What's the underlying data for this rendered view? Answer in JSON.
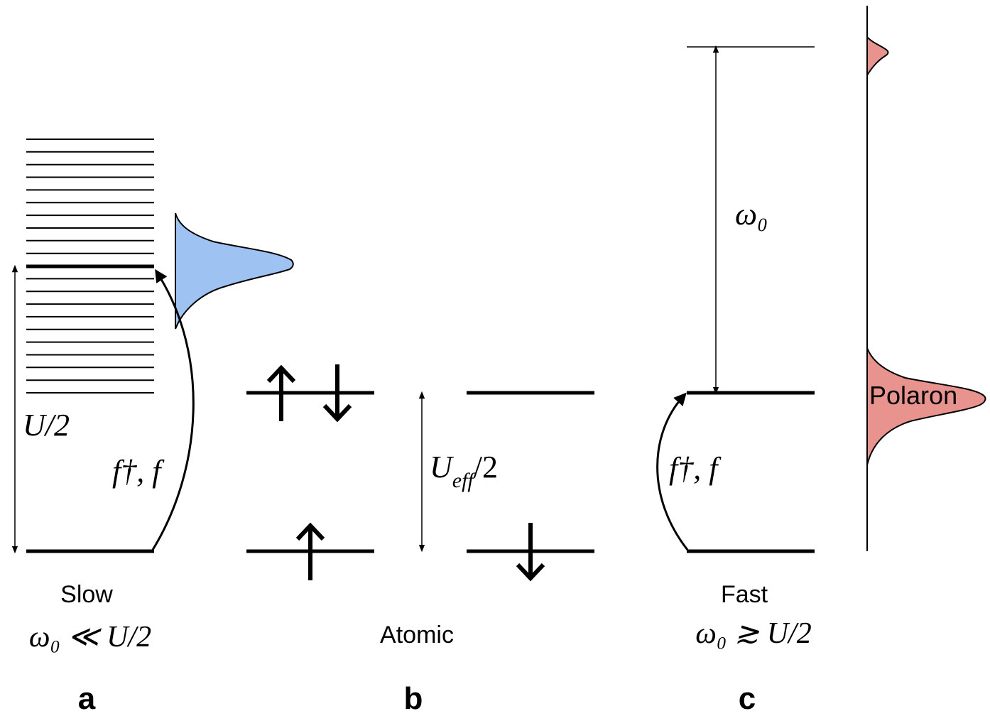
{
  "panel_a": {
    "energy_label": "U/2",
    "operator_label": "f†, f",
    "regime_name": "Slow",
    "regime_condition": "ω₀ ≪ U/2",
    "letter": "a"
  },
  "panel_b": {
    "energy_label": "U_eff/2",
    "regime_name": "Atomic",
    "letter": "b"
  },
  "panel_c": {
    "phonon_label": "ω₀",
    "operator_label": "f†, f",
    "polaron_label": "Polaron",
    "regime_name": "Fast",
    "regime_condition": "ω₀ ≳ U/2",
    "letter": "c"
  },
  "colors": {
    "lines": "#000000",
    "slow_peak_fill": "#9ec3f3",
    "polaron_peak_fill": "#e8938d"
  }
}
